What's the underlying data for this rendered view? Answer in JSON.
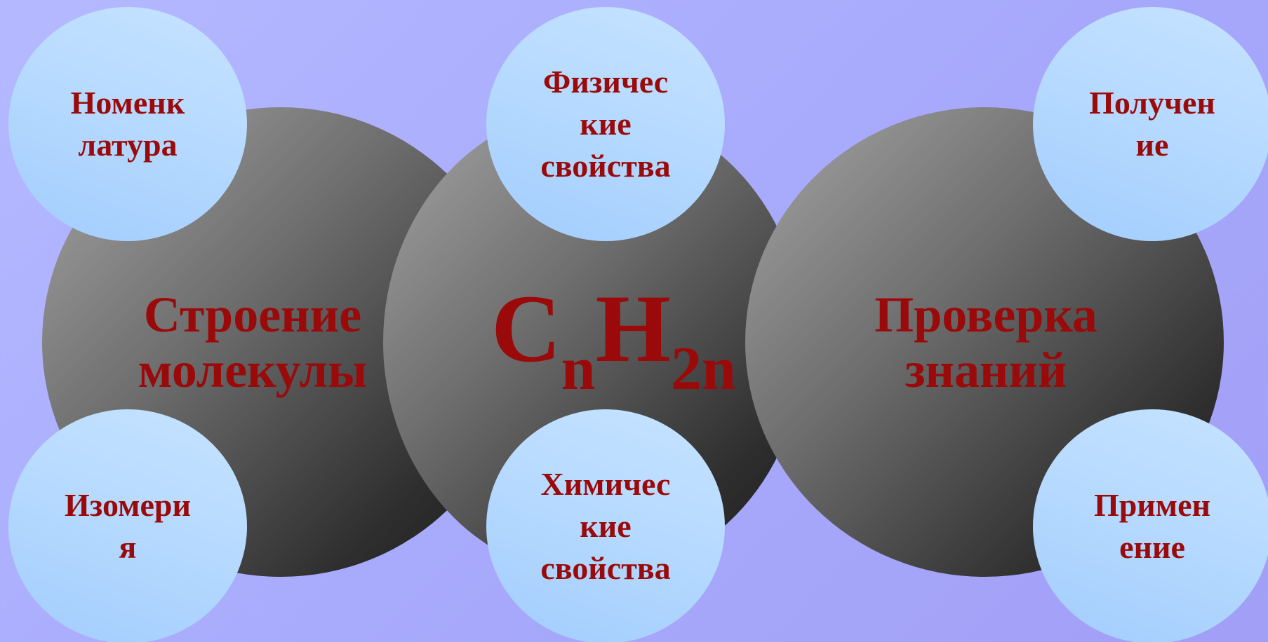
{
  "colors": {
    "background": "#a8aafc",
    "big_circle": "#555555",
    "small_circle": "#b5d9ff",
    "text": "#9a0a0a"
  },
  "center": {
    "formula": {
      "c": "C",
      "n": "n",
      "h": "H",
      "two_n": "2n"
    }
  },
  "big_circles": {
    "left": "Строение\nмолекулы",
    "right": "Проверка\nзнаний"
  },
  "small_circles": {
    "nomenclature": "Номенк\nлатура",
    "isomerism": "Изомери\nя",
    "physical": "Физичес\nкие\nсвойства",
    "chemical": "Химичес\nкие\nсвойства",
    "obtaining": "Получен\nие",
    "application": "Примен\nение"
  }
}
